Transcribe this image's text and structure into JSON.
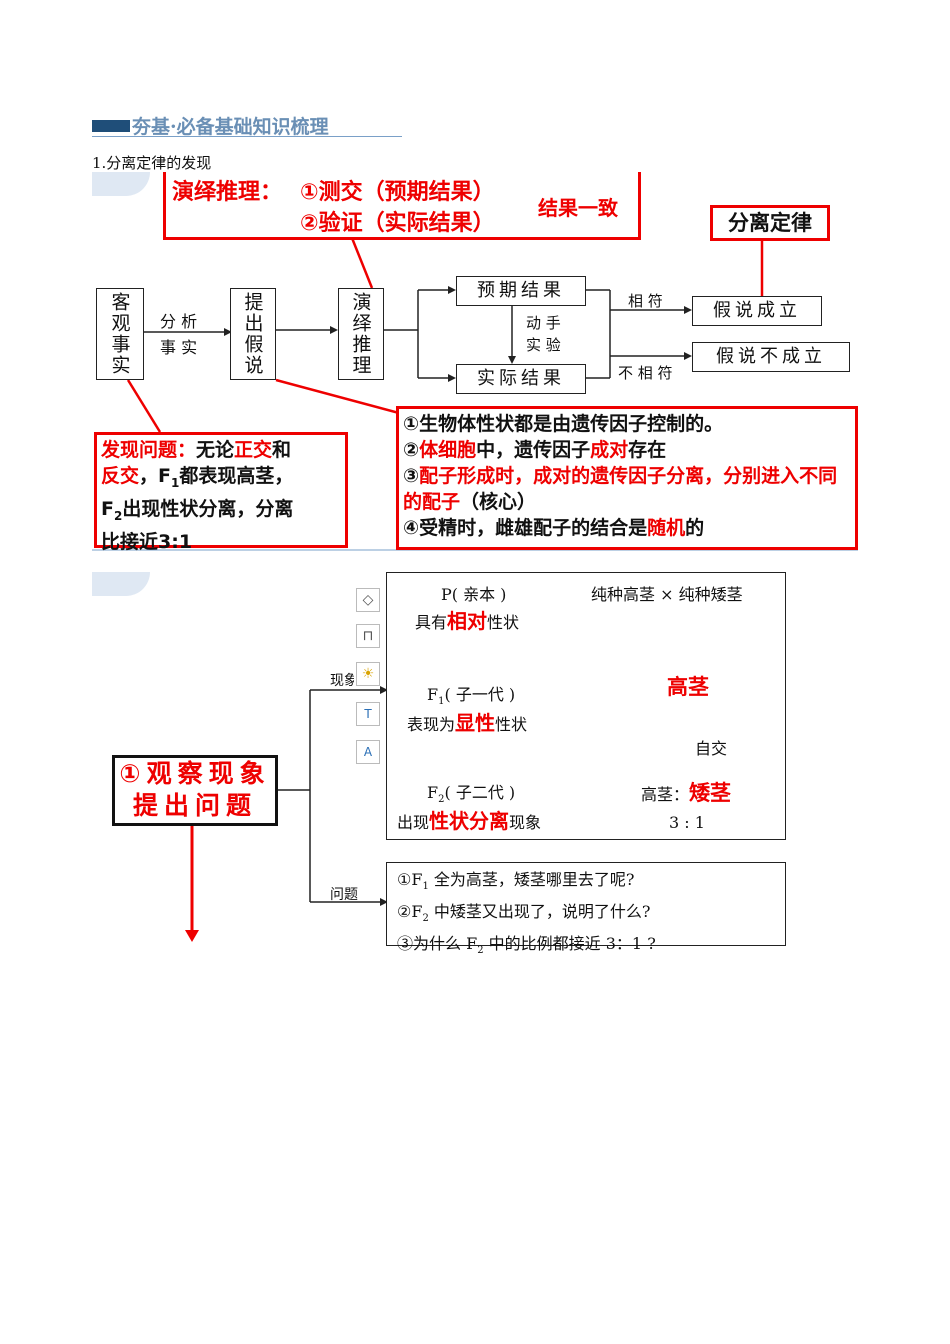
{
  "section_heading": "夯基·必备基础知识梳理",
  "subtitle": "1.分离定律的发现",
  "diagram1": {
    "deduction": {
      "label": "演绎推理：",
      "line1": "①测交（预期结果）",
      "line2": "②验证（实际结果）",
      "bracket_note": "结果一致"
    },
    "law_box": "分离定律",
    "steps": {
      "observe": "客观事实",
      "analyze_line1": "分 析",
      "analyze_line2": "事 实",
      "hypothesis": "提出假说",
      "deduce": "演绎推理",
      "expected": "预期结果",
      "hands_on_line1": "动 手",
      "hands_on_line2": "实 验",
      "actual": "实际结果",
      "match": "相 符",
      "not_match": "不 相 符",
      "hyp_true": "假说成立",
      "hyp_false": "假说不成立"
    },
    "problem": {
      "label": "发现问题：",
      "t1": "无论",
      "t2": "正交",
      "t3": "和",
      "t4": "反交",
      "t5": "，F",
      "t5_sub": "1",
      "t6": "都表现高茎，",
      "t7": "F",
      "t7_sub": "2",
      "t8": "出现性状分离，分离",
      "t9": "比接近3:1"
    },
    "hypothesis_points": {
      "p1": "①生物体性状都是由遗传因子控制的。",
      "p2a": "②",
      "p2b": "体细胞",
      "p2c": "中，遗传因子",
      "p2d": "成对",
      "p2e": "存在",
      "p3a": "③",
      "p3b": "配子形成时，成对的遗传因子分离，分别进入不同的配子",
      "p3c": "（核心）",
      "p4a": "④受精时，雌雄配子的结合是",
      "p4b": "随机",
      "p4c": "的"
    }
  },
  "diagram2": {
    "step_box": {
      "line1": "①观察现象",
      "line2": "提出问题"
    },
    "branch_phenomenon": "现象",
    "branch_question": "问题",
    "phenomenon": {
      "p_label": "P( 亲本 )",
      "p_desc_a": "具有",
      "p_desc_b": "相对",
      "p_desc_c": "性状",
      "cross": "纯种高茎 × 纯种矮茎",
      "f1_label_a": "F",
      "f1_label_sub": "1",
      "f1_label_b": "( 子一代 )",
      "f1_desc_a": "表现为",
      "f1_desc_b": "显性",
      "f1_desc_c": "性状",
      "f1_result": "高茎",
      "selfing": "自交",
      "f2_label_a": "F",
      "f2_label_sub": "2",
      "f2_label_b": "( 子二代 )",
      "f2_desc_a": "出现",
      "f2_desc_b": "性状分离",
      "f2_desc_c": "现象",
      "f2_result_a": "高茎：",
      "f2_result_b": "矮茎",
      "ratio": "3 : 1"
    },
    "questions": {
      "q1a": "①F",
      "q1sub": "1",
      "q1b": " 全为高茎，矮茎哪里去了呢?",
      "q2a": "②F",
      "q2sub": "2",
      "q2b": " 中矮茎又出现了，说明了什么?",
      "q3a": "③为什么 F",
      "q3sub": "2",
      "q3b": " 中的比例都接近 3：1 ?"
    }
  }
}
